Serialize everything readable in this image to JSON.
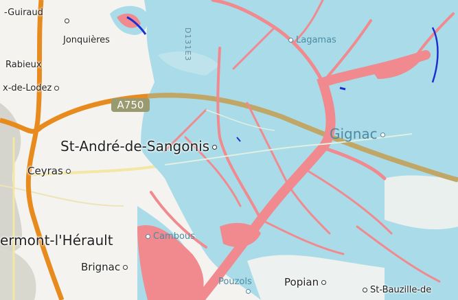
{
  "map": {
    "colors": {
      "background": "#f4f3ef",
      "flood_zone": "#a9dce8",
      "river_risk": "#f08a8e",
      "deep_water": "#1c2fd0",
      "motorway": "#e88b1e",
      "motorway_overlay": "#b8ab74",
      "minor_road": "#f6e9a8",
      "relief": "#cfcfc6"
    },
    "labels": {
      "guiraud": "-Guiraud",
      "jonquieres": "Jonquières",
      "rabieux": "Rabieux",
      "lodez": "x-de-Lodez",
      "lagamas": "Lagamas",
      "d131e3": "D131E3",
      "st_andre": "St-André-de-Sangonis",
      "gignac": "Gignac",
      "ceyras": "Ceyras",
      "clermont": "ermont-l'Hérault",
      "cambous": "Cambous",
      "brignac": "Brignac",
      "pouzols": "Pouzols",
      "popian": "Popian",
      "st_bauzille": "St-Bauzille-de"
    },
    "shields": {
      "motorway": "A750"
    },
    "icons": {
      "town": "town-dot-icon"
    }
  }
}
